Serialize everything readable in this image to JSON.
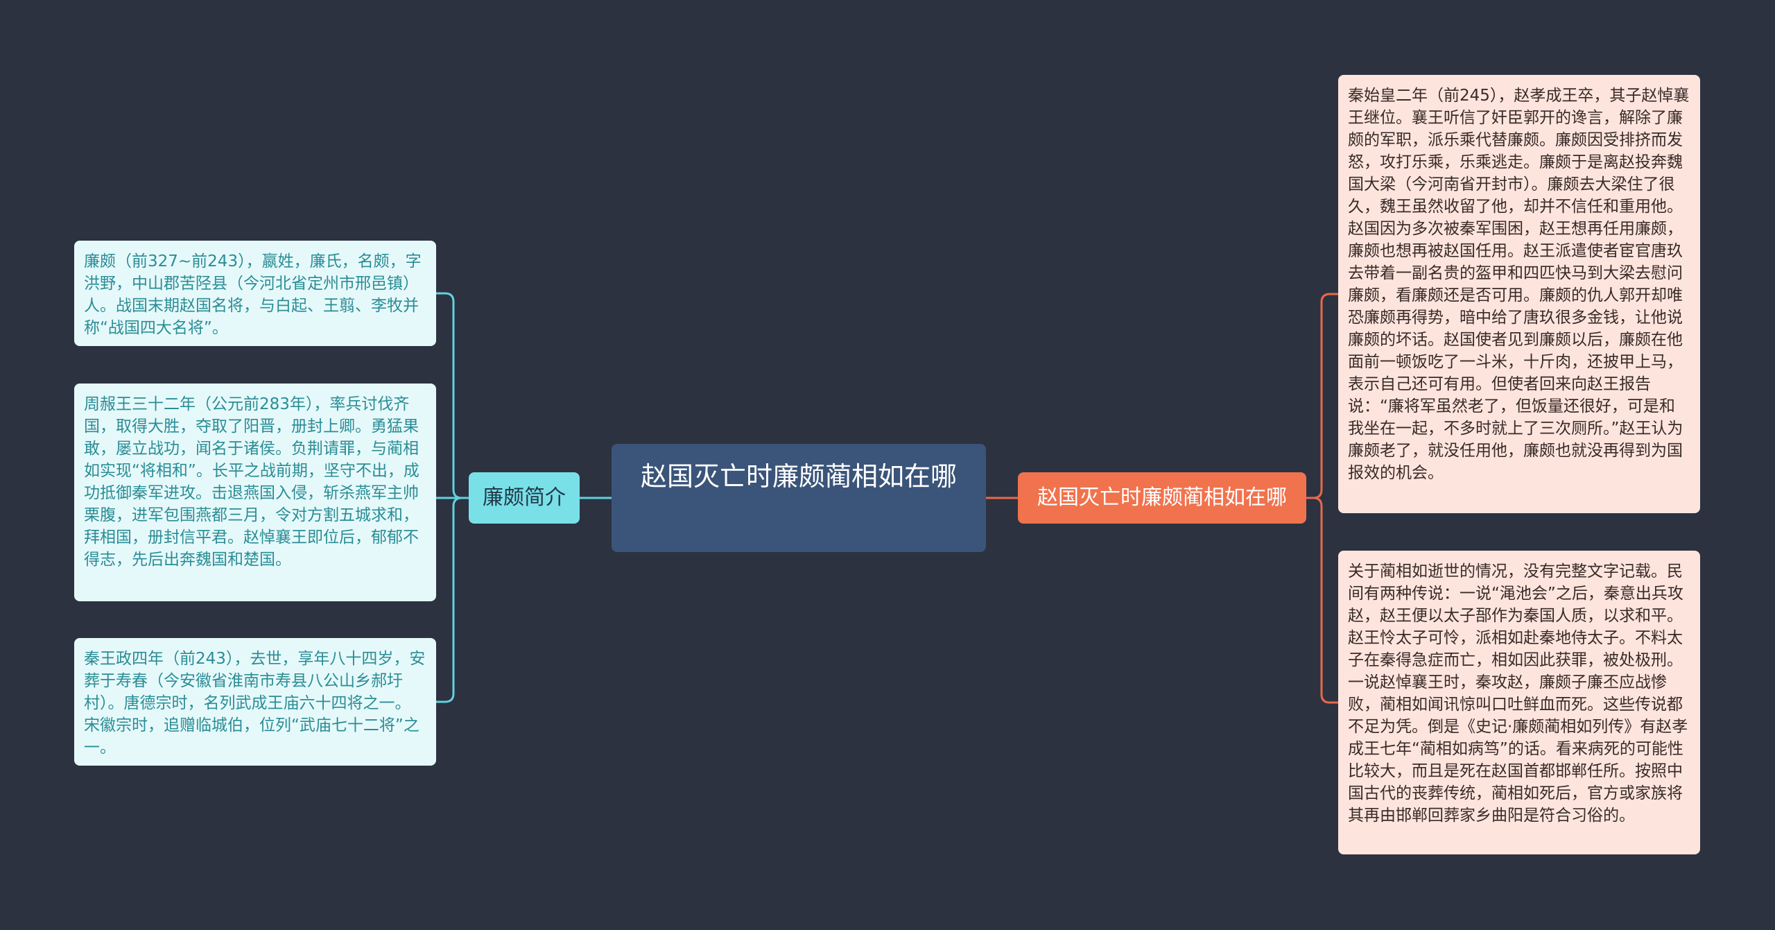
{
  "colors": {
    "background": "#2c3240",
    "center_node": "#3b5479",
    "left_branch": "#7ae0e8",
    "left_leaf": "#e6f9fa",
    "left_line": "#5fd3dd",
    "right_branch": "#f0734e",
    "right_leaf": "#fde5de",
    "right_line": "#e8694a"
  },
  "center": {
    "title": "赵国灭亡时廉颇蔺相如在哪"
  },
  "left": {
    "branch_label": "廉颇简介",
    "leaves": [
      "廉颇（前327~前243），嬴姓，廉氏，名颇，字洪野，中山郡苦陉县（今河北省定州市邢邑镇）人。战国末期赵国名将，与白起、王翦、李牧并称“战国四大名将”。",
      "周赧王三十二年（公元前283年），率兵讨伐齐国，取得大胜，夺取了阳晋，册封上卿。勇猛果敢，屡立战功，闻名于诸侯。负荆请罪，与蔺相如实现“将相和”。长平之战前期，坚守不出，成功抵御秦军进攻。击退燕国入侵，斩杀燕军主帅栗腹，进军包围燕都三月，令对方割五城求和，拜相国，册封信平君。赵悼襄王即位后，郁郁不得志，先后出奔魏国和楚国。",
      "秦王政四年（前243），去世，享年八十四岁，安葬于寿春（今安徽省淮南市寿县八公山乡郝圩村）。唐德宗时，名列武成王庙六十四将之一。宋徽宗时，追赠临城伯，位列“武庙七十二将”之一。"
    ]
  },
  "right": {
    "branch_label": "赵国灭亡时廉颇蔺相如在哪",
    "leaves": [
      "秦始皇二年（前245），赵孝成王卒，其子赵悼襄王继位。襄王听信了奸臣郭开的谗言，解除了廉颇的军职，派乐乘代替廉颇。廉颇因受排挤而发怒，攻打乐乘，乐乘逃走。廉颇于是离赵投奔魏国大梁（今河南省开封市）。廉颇去大梁住了很久，魏王虽然收留了他，却并不信任和重用他。赵国因为多次被秦军围困，赵王想再任用廉颇，廉颇也想再被赵国任用。赵王派遣使者宦官唐玖去带着一副名贵的盔甲和四匹快马到大梁去慰问廉颇，看廉颇还是否可用。廉颇的仇人郭开却唯恐廉颇再得势，暗中给了唐玖很多金钱，让他说廉颇的坏话。赵国使者见到廉颇以后，廉颇在他面前一顿饭吃了一斗米，十斤肉，还披甲上马，表示自己还可有用。但使者回来向赵王报告说：“廉将军虽然老了，但饭量还很好，可是和我坐在一起，不多时就上了三次厕所。”赵王认为廉颇老了，就没任用他，廉颇也就没再得到为国报效的机会。",
      "关于蔺相如逝世的情况，没有完整文字记载。民间有两种传说：一说“渑池会”之后，秦意出兵攻赵，赵王便以太子郚作为秦国人质，以求和平。赵王怜太子可怜，派相如赴秦地侍太子。不料太子在秦得急症而亡，相如因此获罪，被处极刑。一说赵悼襄王时，秦攻赵，廉颇子廉丕应战惨败，蔺相如闻讯惊叫口吐鲜血而死。这些传说都不足为凭。倒是《史记·廉颇蔺相如列传》有赵孝成王七年“蔺相如病笃”的话。看来病死的可能性比较大，而且是死在赵国首都邯郸任所。按照中国古代的丧葬传统，蔺相如死后，官方或家族将其再由邯郸回葬家乡曲阳是符合习俗的。"
    ]
  }
}
